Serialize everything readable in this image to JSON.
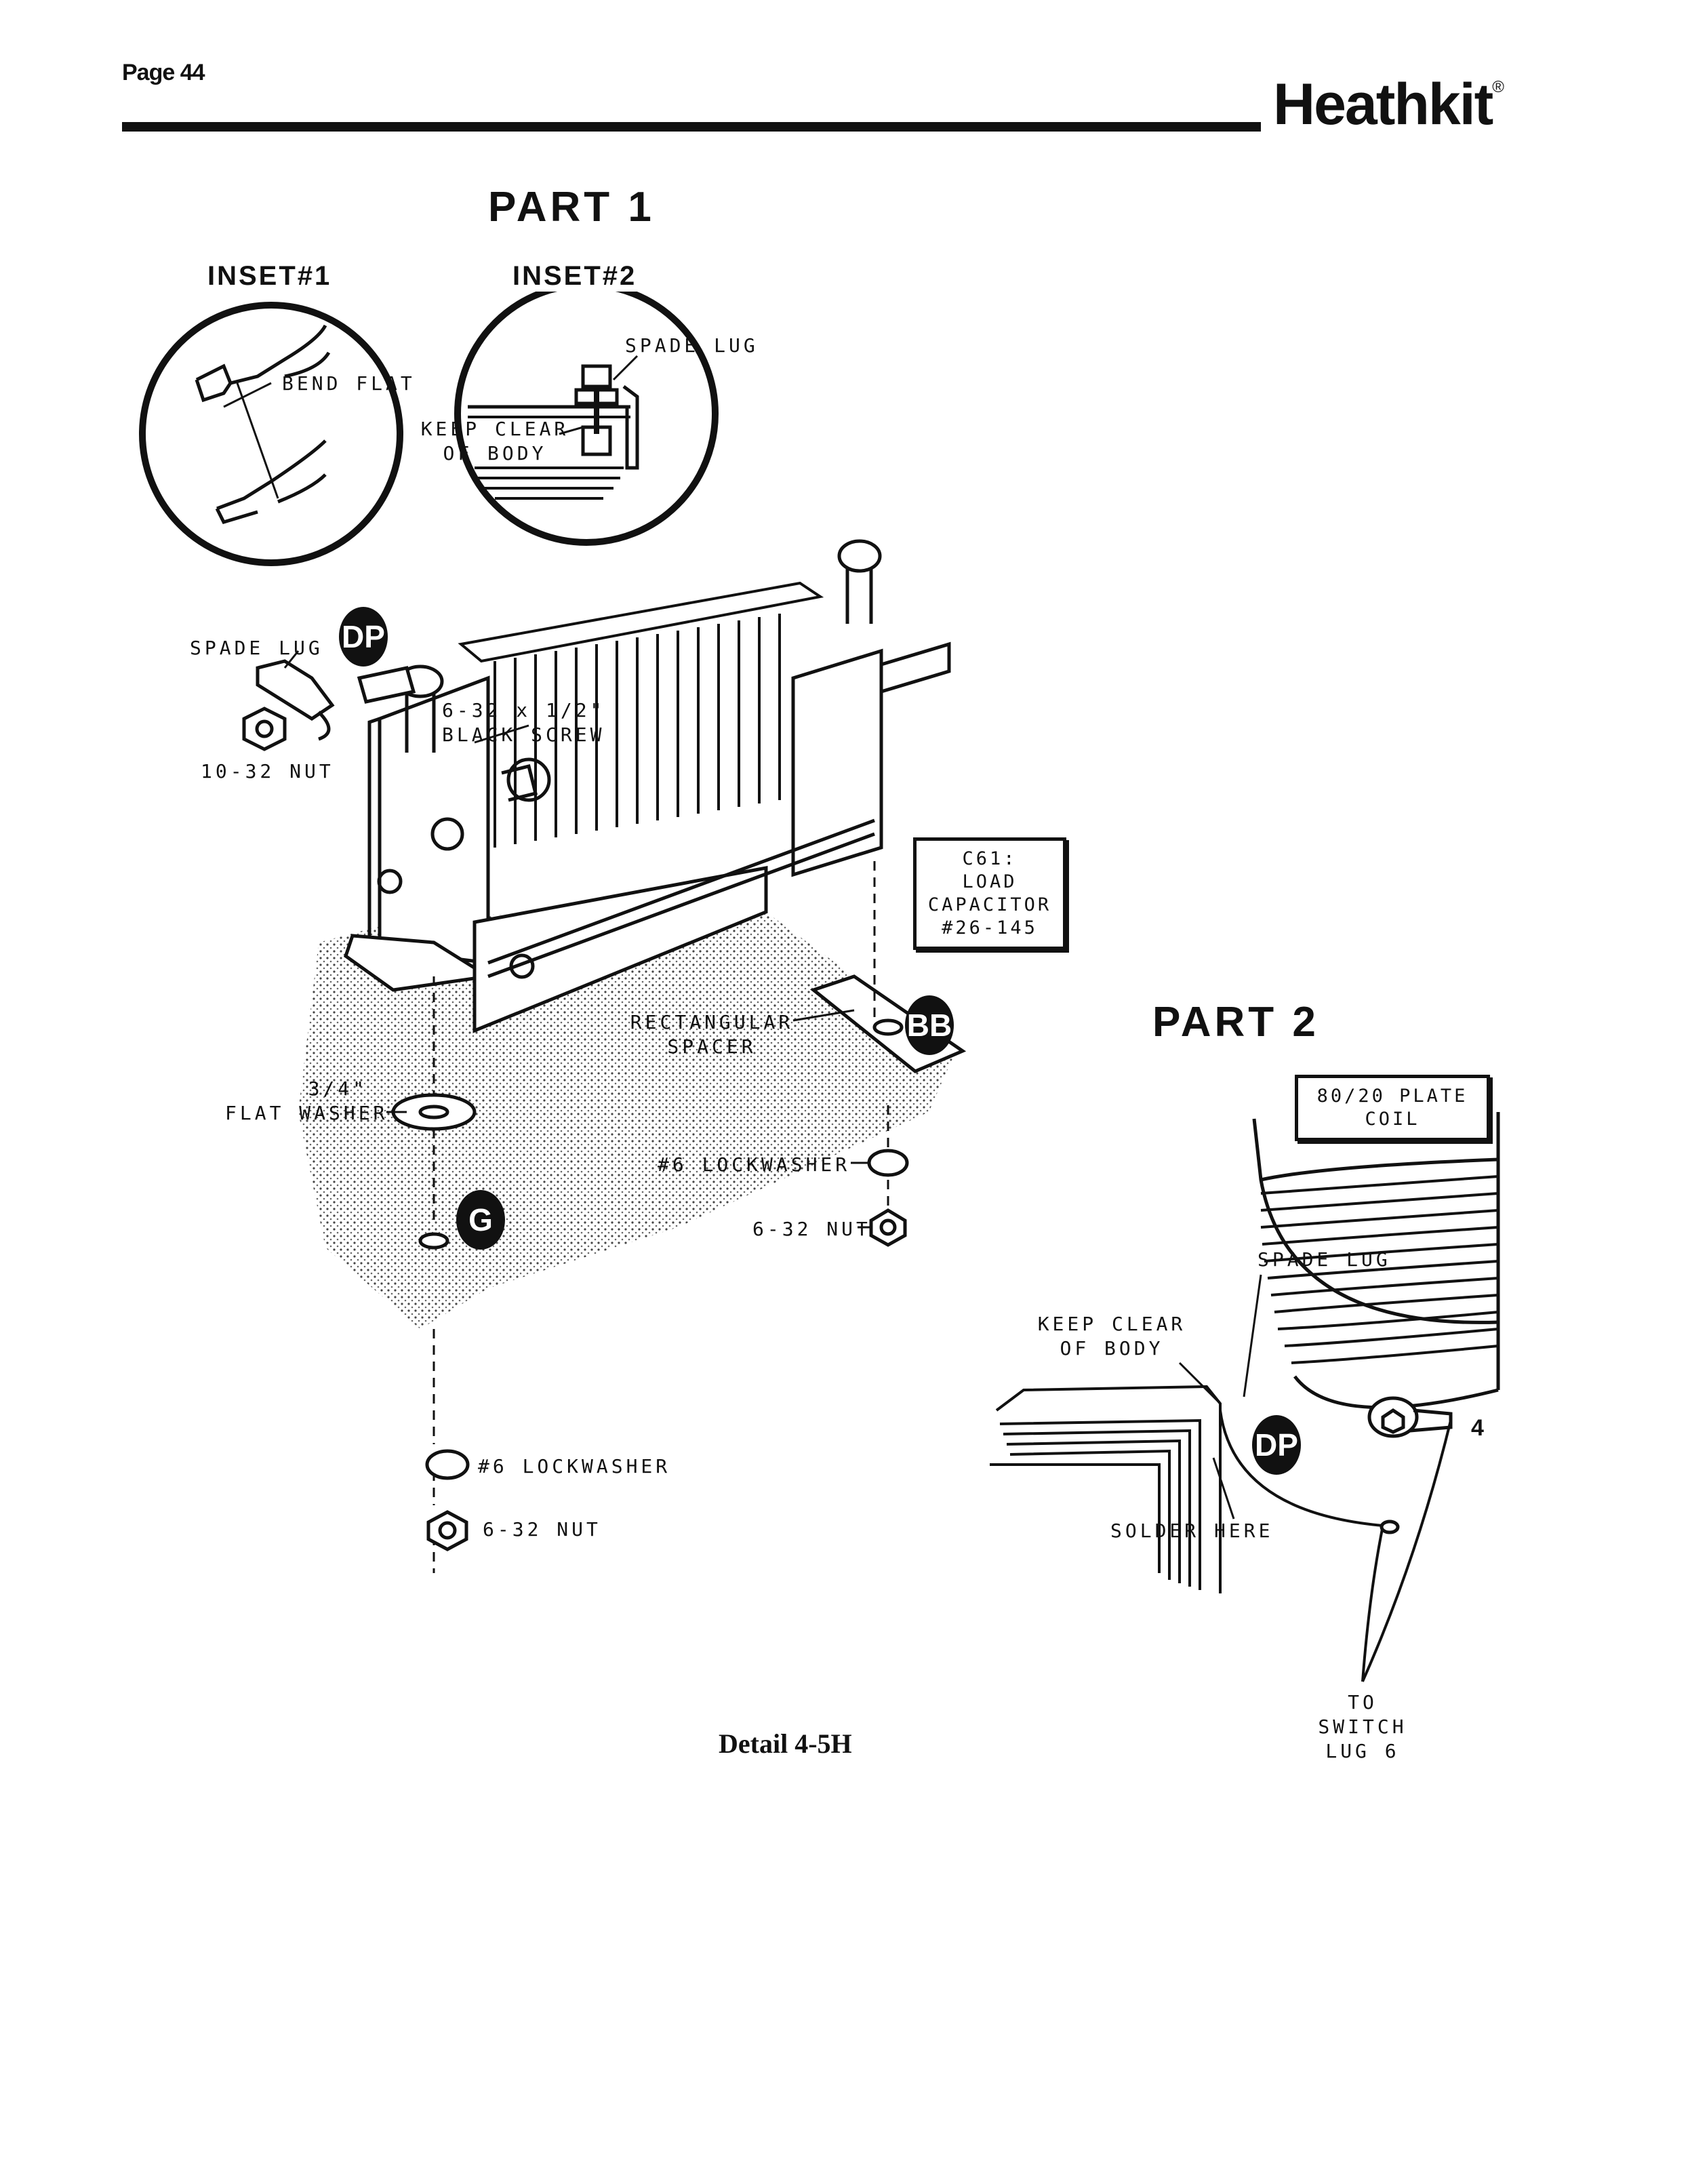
{
  "header": {
    "page_label": "Page 44",
    "brand": "Heathkit",
    "brand_mark": "®"
  },
  "part1": {
    "title": "PART 1",
    "inset1": {
      "title": "INSET#1",
      "label": "BEND FLAT"
    },
    "inset2": {
      "title": "INSET#2",
      "spade_lug": "SPADE LUG",
      "keep_clear": [
        "KEEP CLEAR",
        "OF BODY"
      ]
    },
    "labels": {
      "spade_lug": "SPADE LUG",
      "nut_10_32": "10-32 NUT",
      "screw": [
        "6-32 x 1/2\"",
        "BLACK SCREW"
      ],
      "capacitor": [
        "C61:",
        "LOAD",
        "CAPACITOR",
        "#26-145"
      ],
      "spacer": [
        "RECTANGULAR",
        "SPACER"
      ],
      "washer": [
        "3/4\"",
        "FLAT WASHER"
      ],
      "lockwasher_1": "#6 LOCKWASHER",
      "nut_1": "6-32 NUT",
      "lockwasher_2": "#6 LOCKWASHER",
      "nut_2": "6-32 NUT"
    },
    "badges": {
      "dp": "DP",
      "bb": "BB",
      "g": "G"
    }
  },
  "part2": {
    "title": "PART 2",
    "coil_box": [
      "80/20 PLATE",
      "COIL"
    ],
    "spade_lug": "SPADE LUG",
    "keep_clear": [
      "KEEP CLEAR",
      "OF BODY"
    ],
    "solder_here": "SOLDER HERE",
    "lug_number": "4",
    "to_switch": [
      "TO",
      "SWITCH",
      "LUG 6"
    ],
    "badge_dp": "DP"
  },
  "caption": "Detail 4-5H"
}
